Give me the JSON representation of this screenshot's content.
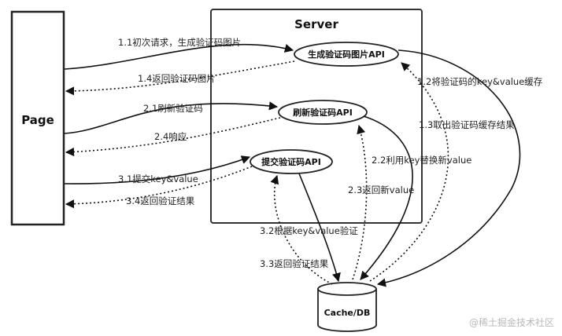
{
  "nodes": {
    "page": "Page",
    "server": "Server",
    "api_generate": "生成验证码图片API",
    "api_refresh": "刷新验证码API",
    "api_submit": "提交验证码API",
    "cache_db": "Cache/DB"
  },
  "edges": {
    "e1_1": "1.1初次请求，生成验证码图片",
    "e1_2": "1.2将验证码的key&value缓存",
    "e1_3": "1.3取出验证码缓存结果",
    "e1_4": "1.4返回验证码图片",
    "e2_1": "2.1刷新验证码",
    "e2_2": "2.2利用key替换新value",
    "e2_3": "2.3返回新value",
    "e2_4": "2.4响应",
    "e3_1": "3.1提交key&value",
    "e3_2": "3.2根据key&value验证",
    "e3_3": "3.3返回验证结果",
    "e3_4": "3.4返回验证结果"
  },
  "watermark": "@稀土掘金技术社区"
}
